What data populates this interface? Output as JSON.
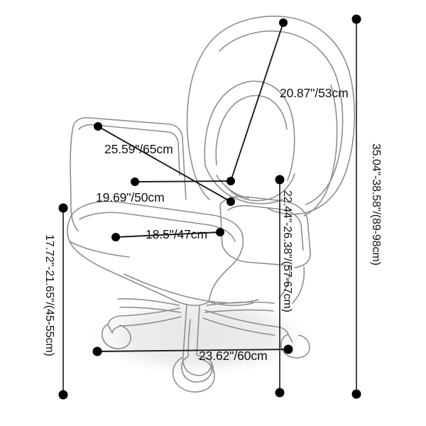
{
  "diagram": {
    "title": "Office Chair Dimension Diagram",
    "subject": "ergonomic executive office chair, three-quarter view",
    "units": "inches and centimeters",
    "colors": {
      "background": "#ffffff",
      "outline": "#8e8e93",
      "dimension_line": "#1a1a1a",
      "dimension_dot": "#000000",
      "label_text": "#111111",
      "floor_shadow": "#ededed"
    }
  },
  "measurements": {
    "backrest_diagonal": {
      "label": "20.87\"/53cm",
      "inches": 20.87,
      "cm": 53,
      "orientation": "diagonal",
      "describes": "backrest height along diagonal"
    },
    "overall_depth": {
      "label": "25.59\"/65cm",
      "inches": 25.59,
      "cm": 65,
      "orientation": "diagonal",
      "describes": "overall depth across armrest to seat"
    },
    "overall_width": {
      "label": "19.69\"/50cm",
      "inches": 19.69,
      "cm": 50,
      "orientation": "diagonal",
      "describes": "seat width"
    },
    "seat_depth": {
      "label": "18.5\"/47cm",
      "inches": 18.5,
      "cm": 47,
      "orientation": "diagonal",
      "describes": "seat depth"
    },
    "base_width": {
      "label": "23.62\"/60cm",
      "inches": 23.62,
      "cm": 60,
      "orientation": "horizontal",
      "describes": "five-star base diameter"
    },
    "total_height": {
      "label": "35.04\"-38.58\"/(89-98cm)",
      "inches_min": 35.04,
      "inches_max": 38.58,
      "cm_min": 89,
      "cm_max": 98,
      "orientation": "vertical",
      "describes": "overall chair height range"
    },
    "back_to_seat_height": {
      "label": "22.44\"-26.38\"/(57-67cm)",
      "inches_min": 22.44,
      "inches_max": 26.38,
      "cm_min": 57,
      "cm_max": 67,
      "orientation": "vertical",
      "describes": "armrest top height range"
    },
    "seat_height": {
      "label": "17.72\"-21.65\"/(45-55cm)",
      "inches_min": 17.72,
      "inches_max": 21.65,
      "cm_min": 45,
      "cm_max": 55,
      "orientation": "vertical",
      "describes": "seat height adjustment range"
    }
  }
}
